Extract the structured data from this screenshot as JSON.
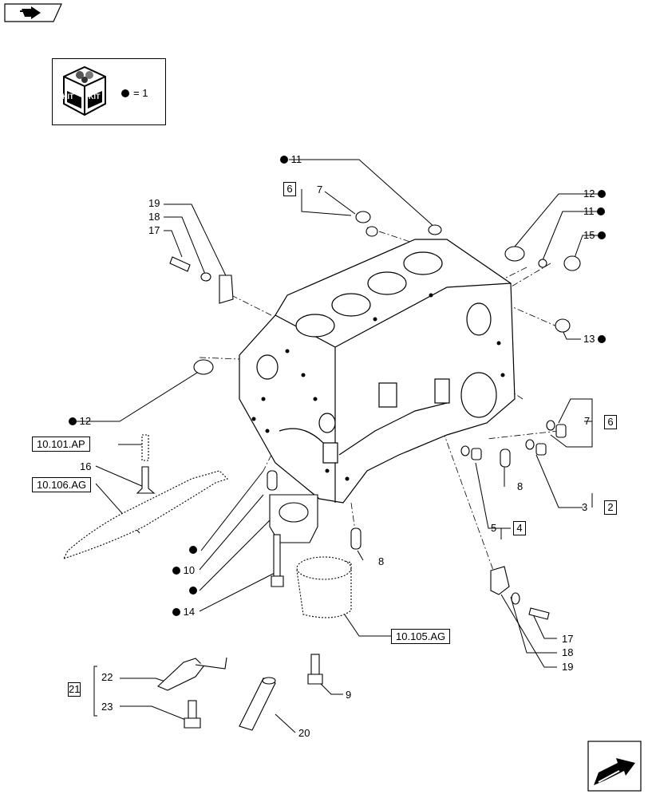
{
  "kit_legend": {
    "kit_text_1": "KIT",
    "kit_text_2": "KIT",
    "equals": "= 1"
  },
  "callouts": {
    "c11_top": "11",
    "c7_top": "7",
    "c6_box": "6",
    "c12_right": "12",
    "c11_right": "11",
    "c15_right": "15",
    "c13_right": "13",
    "c19_left": "19",
    "c18_left": "18",
    "c17_left": "17",
    "c12_left": "12",
    "ref_101ap": "10.101.AP",
    "c16": "16",
    "ref_106ag": "10.106.AG",
    "c10": "10",
    "c14": "14",
    "c7_right": "7",
    "c6_right": "6",
    "c8_right": "8",
    "c3": "3",
    "c2": "2",
    "c5": "5",
    "c4": "4",
    "c8_mid": "8",
    "ref_105ag": "10.105.AG",
    "c17_right": "17",
    "c18_right": "18",
    "c19_right": "19",
    "c22": "22",
    "c21": "21",
    "c23": "23",
    "c9": "9",
    "c20": "20"
  }
}
